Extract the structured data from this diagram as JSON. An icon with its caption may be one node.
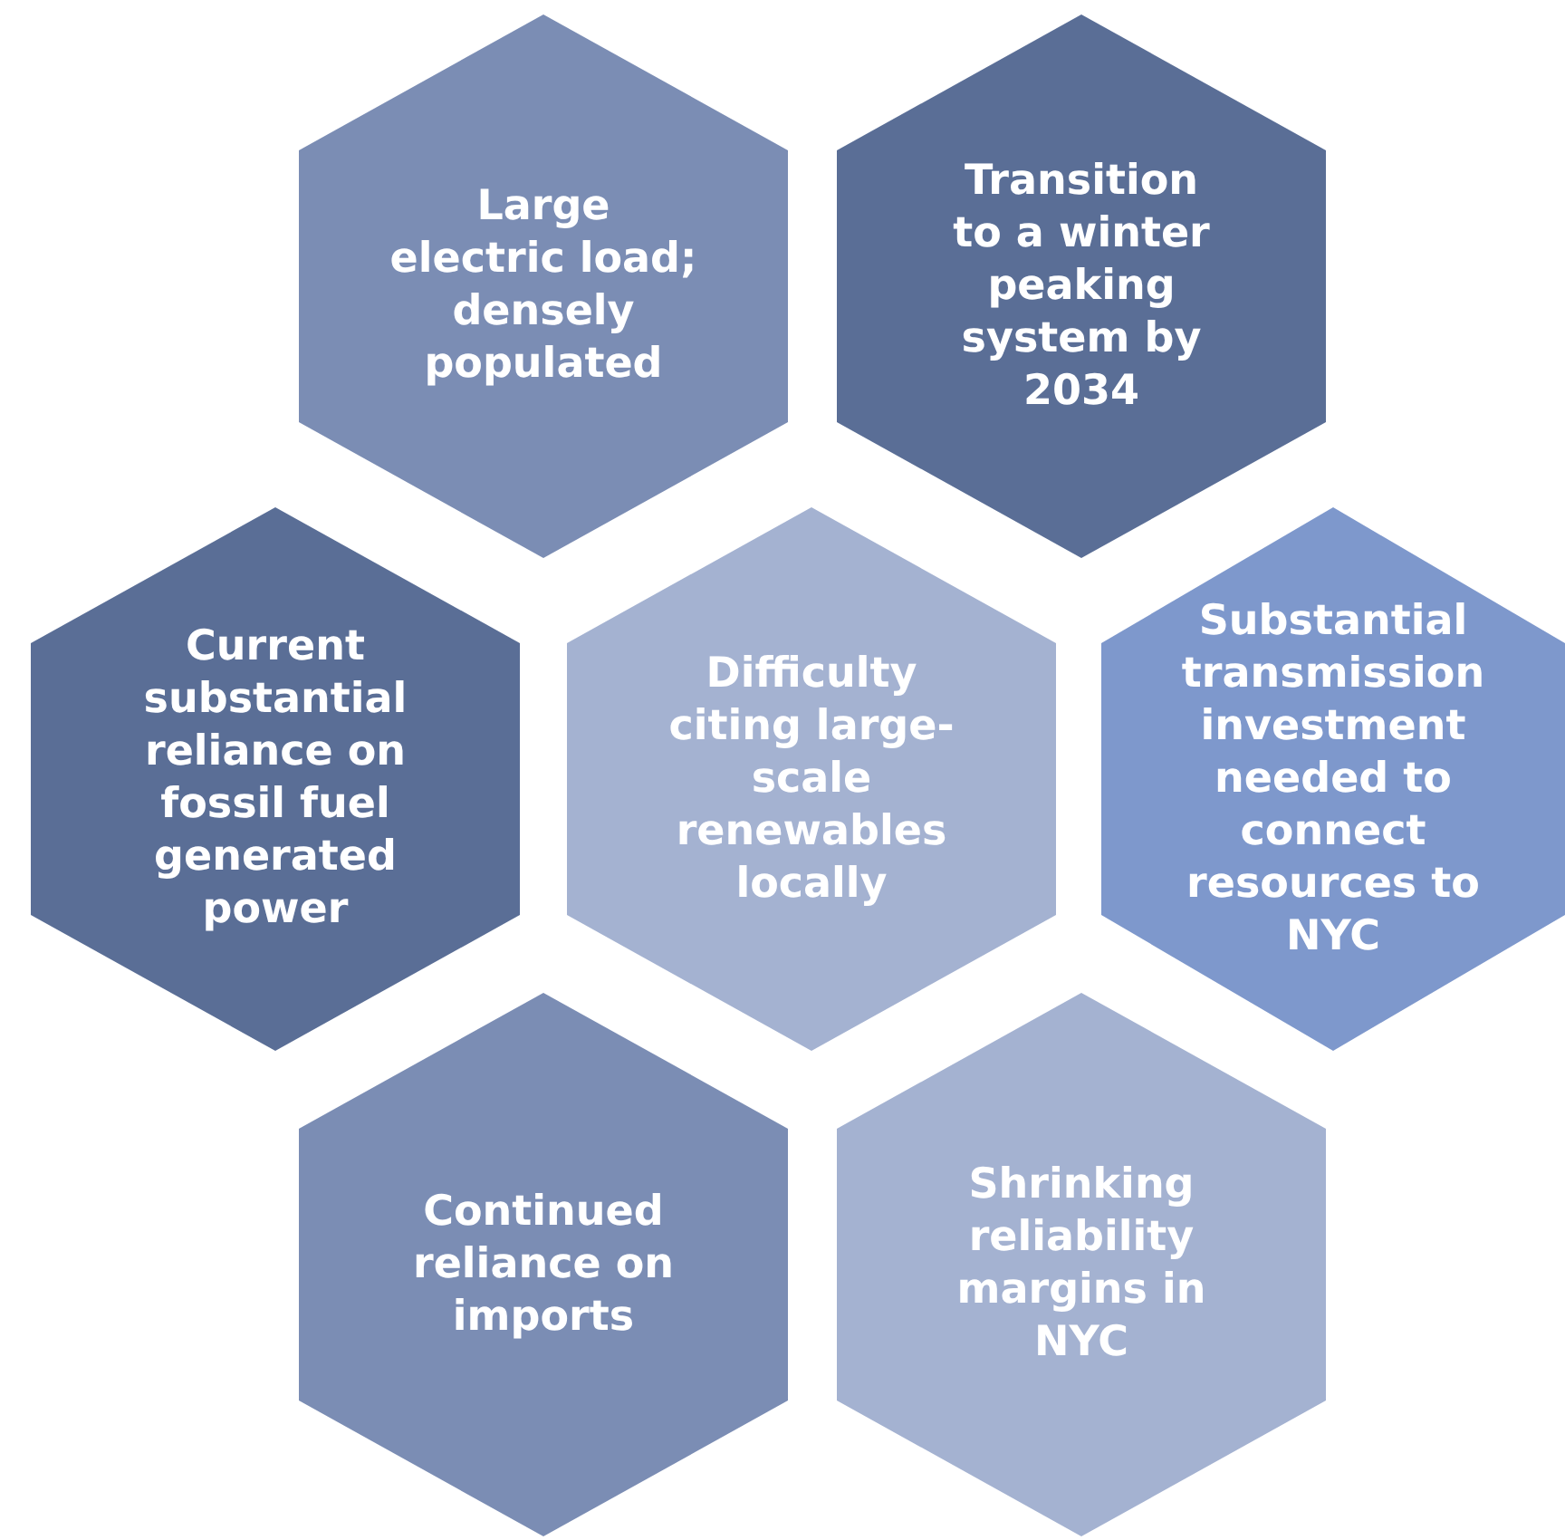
{
  "diagram": {
    "nodes": [
      {
        "text": [
          "Large electric load; densely populated"
        ]
      },
      {
        "text": [
          "Transition to a winter peaking system by 2034"
        ]
      },
      {
        "text": [
          "Current substantial reliance on fossil fuel generated power"
        ]
      },
      {
        "text": [
          "Difficulty citing large-scale renewables locally"
        ]
      },
      {
        "text": [
          "Substantial transmission investment needed to connect resources to NYC"
        ]
      },
      {
        "text": [
          "Continued reliance on imports"
        ]
      },
      {
        "text": [
          "Shrinking reliability margins in NYC"
        ]
      }
    ]
  }
}
